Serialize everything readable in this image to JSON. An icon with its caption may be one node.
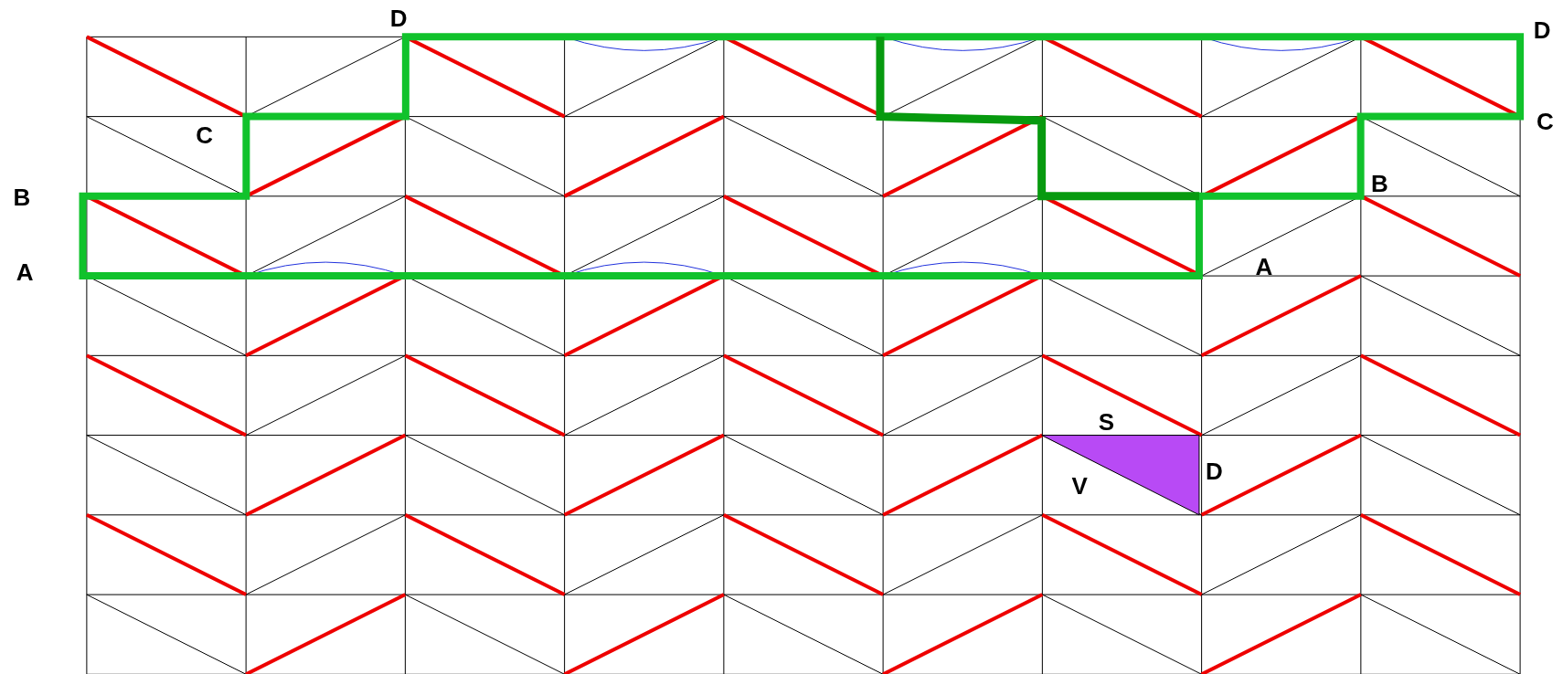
{
  "diagram": {
    "labels": [
      "D",
      "D",
      "C",
      "C",
      "B",
      "B",
      "A",
      "A",
      "S",
      "D",
      "V"
    ]
  }
}
